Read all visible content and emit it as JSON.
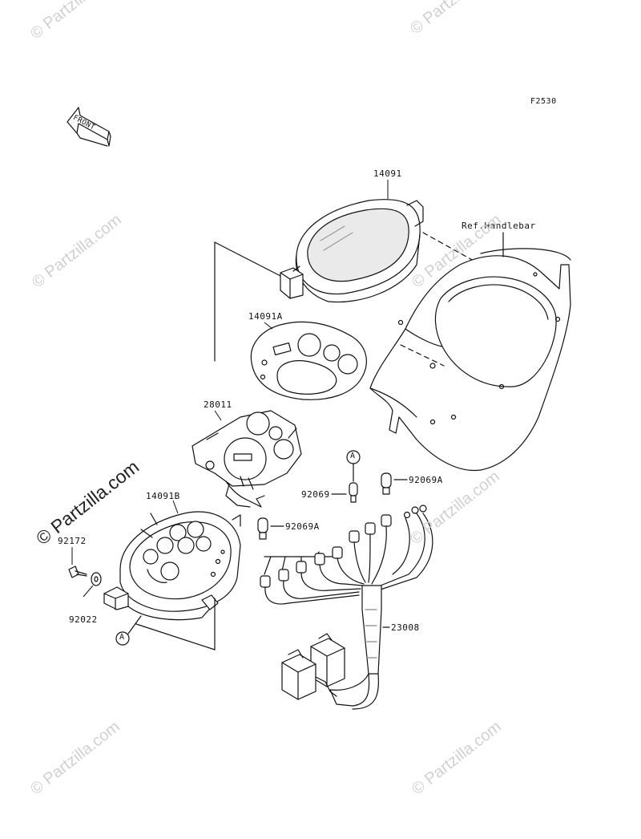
{
  "diagram_code": "F2530",
  "front_label": "FRONT",
  "callout_letter": "A",
  "watermark": "© Partzilla.com",
  "parts": {
    "p14091": "14091",
    "p14091A": "14091A",
    "p28011": "28011",
    "p14091B": "14091B",
    "p92172": "92172",
    "p92022": "92022",
    "p92069": "92069",
    "p92069A_right": "92069A",
    "p92069A_left": "92069A",
    "p23008": "23008",
    "ref_handlebar": "Ref.Handlebar"
  }
}
